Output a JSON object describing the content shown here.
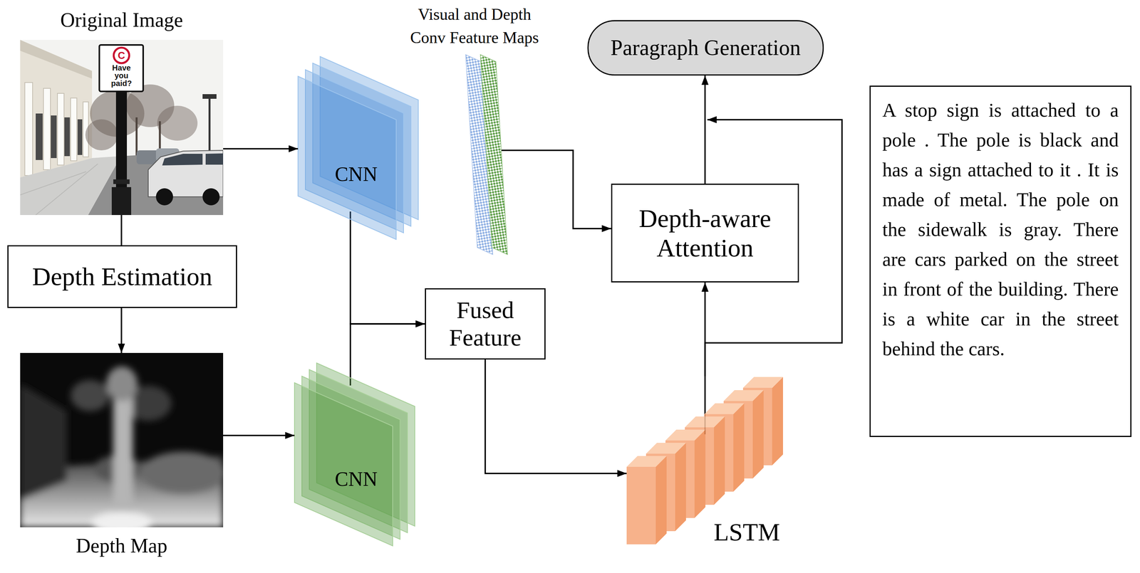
{
  "diagram": {
    "nodes": [
      {
        "text": [
          "Original Image"
        ]
      },
      {
        "text": [
          "Visual and Depth Conv Feature Maps"
        ]
      },
      {
        "text": [
          "Paragraph Generation"
        ]
      },
      {
        "text": [
          "CNN"
        ]
      },
      {
        "text": [
          "Depth-aware Attention"
        ]
      },
      {
        "text": [
          "Depth Estimation"
        ]
      },
      {
        "text": [
          "Fused Feature"
        ]
      },
      {
        "text": [
          "A stop sign is attached to a pole . The pole is black and has a sign attached to it . It is made of metal. The pole on the sidewalk is gray. There are cars parked on the street in front of the building. There is a white car in the street behind the cars."
        ]
      },
      {
        "text": [
          "Depth Map"
        ]
      },
      {
        "text": [
          "CNN"
        ]
      },
      {
        "text": [
          "LSTM"
        ]
      }
    ],
    "edges": [
      {
        "from": 0,
        "to": 3,
        "arrow": "to"
      },
      {
        "from": 0,
        "to": 5,
        "arrow": "none"
      },
      {
        "from": 5,
        "to": 8,
        "arrow": "to"
      },
      {
        "from": 8,
        "to": 9,
        "arrow": "to"
      },
      {
        "from": 3,
        "to": 6,
        "arrow": "to"
      },
      {
        "from": 9,
        "to": 6,
        "arrow": "to"
      },
      {
        "from": 1,
        "to": 4,
        "arrow": "to"
      },
      {
        "from": 6,
        "to": 10,
        "arrow": "to"
      },
      {
        "from": 10,
        "to": 4,
        "arrow": "to"
      },
      {
        "from": 10,
        "to": 2,
        "arrow": "to"
      },
      {
        "from": 4,
        "to": 2,
        "arrow": "to"
      }
    ],
    "labels": [
      "C",
      "Have you paid?"
    ]
  }
}
